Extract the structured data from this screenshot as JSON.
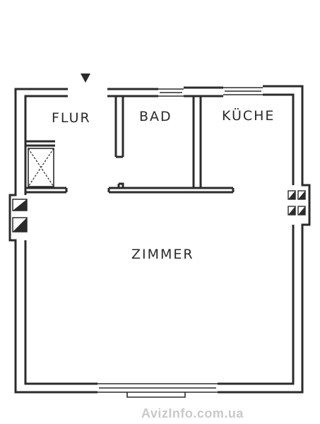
{
  "rooms": {
    "flur": "FLUR",
    "bad": "BAD",
    "kueche": "KÜCHE",
    "zimmer": "ZIMMER"
  },
  "watermark": "AvizInfo.com.ua",
  "colors": {
    "wall": "#2b2b2b",
    "paper": "#ffffff",
    "watermark": "#c9c9c9"
  }
}
